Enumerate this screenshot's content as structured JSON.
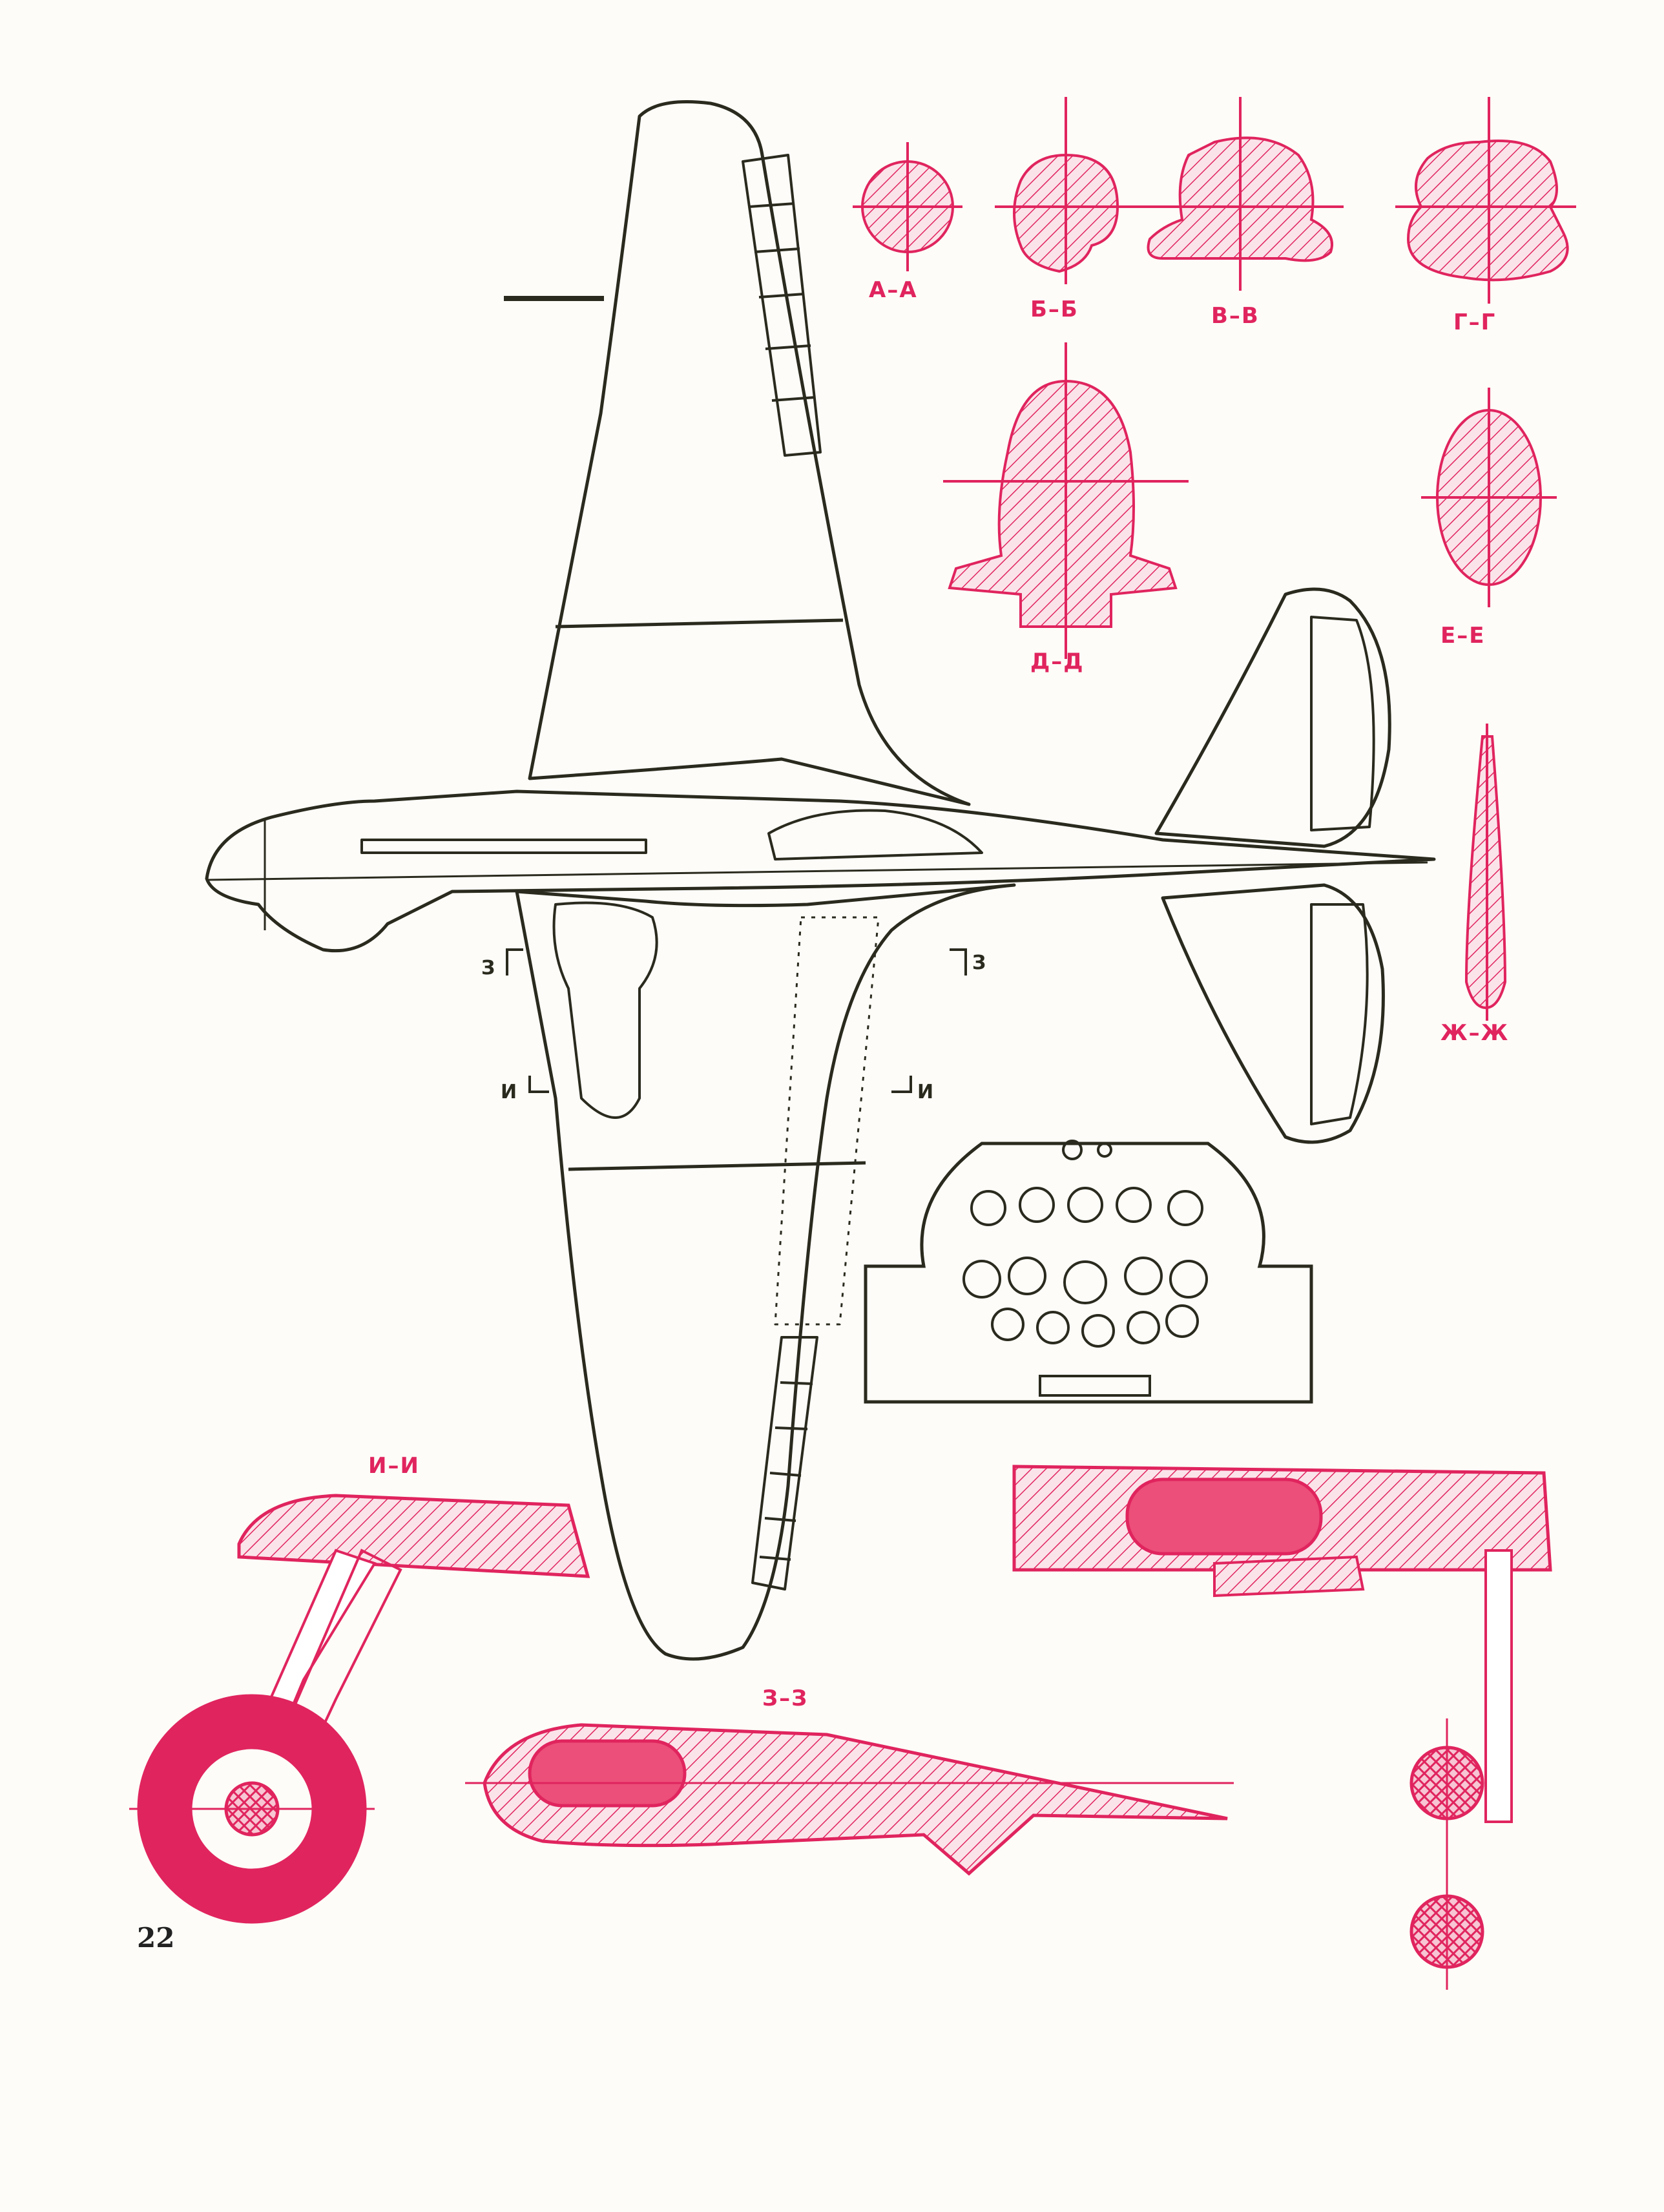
{
  "page_number": "22",
  "colors": {
    "ink": "#2a2a1e",
    "red": "#e0245e",
    "red_fill": "#ec4f79",
    "paper": "#fdfcf8"
  },
  "sections": {
    "aa": "А–А",
    "bb": "Б–Б",
    "vv": "В–В",
    "gg": "Г–Г",
    "dd": "Д–Д",
    "ee": "Е–Е",
    "zhzh": "Ж–Ж",
    "ii": "И–И",
    "zz": "З–З"
  },
  "cut_markers": {
    "z_left": "З",
    "z_right": "З",
    "i_left": "И",
    "i_right": "И"
  }
}
